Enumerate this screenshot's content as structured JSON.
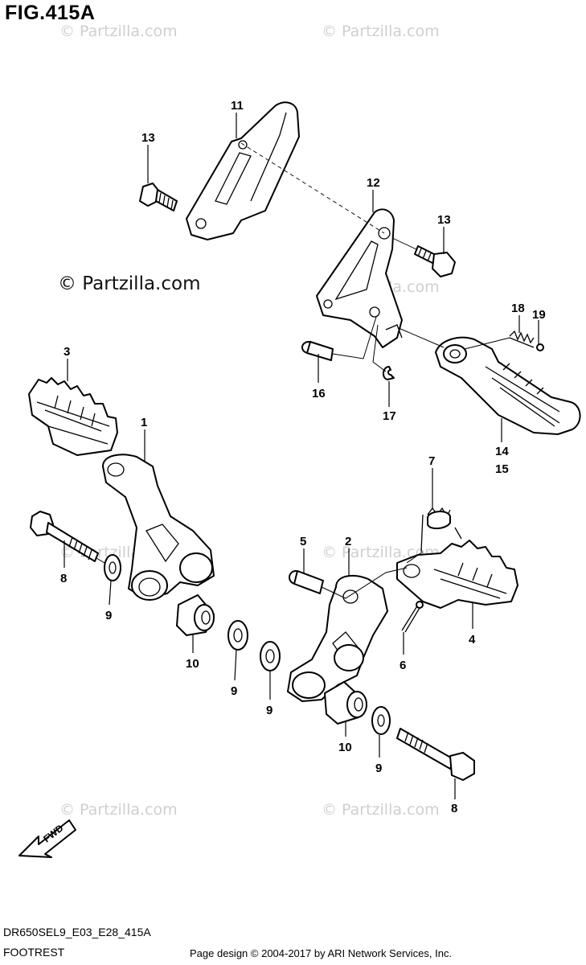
{
  "figure": {
    "title": "FIG.415A",
    "diagram_code": "DR650SEL9_E03_E28_415A",
    "section_name": "FOOTREST",
    "credit": "Page design © 2004-2017 by ARI Network Services, Inc."
  },
  "watermark": {
    "text": "© Partzilla.com"
  },
  "direction_badge": "FWD",
  "callouts": [
    "11",
    "13",
    "12",
    "13",
    "18",
    "19",
    "3",
    "16",
    "17",
    "1",
    "14",
    "15",
    "7",
    "5",
    "2",
    "8",
    "9",
    "4",
    "10",
    "6",
    "9",
    "9",
    "10",
    "9",
    "8"
  ]
}
